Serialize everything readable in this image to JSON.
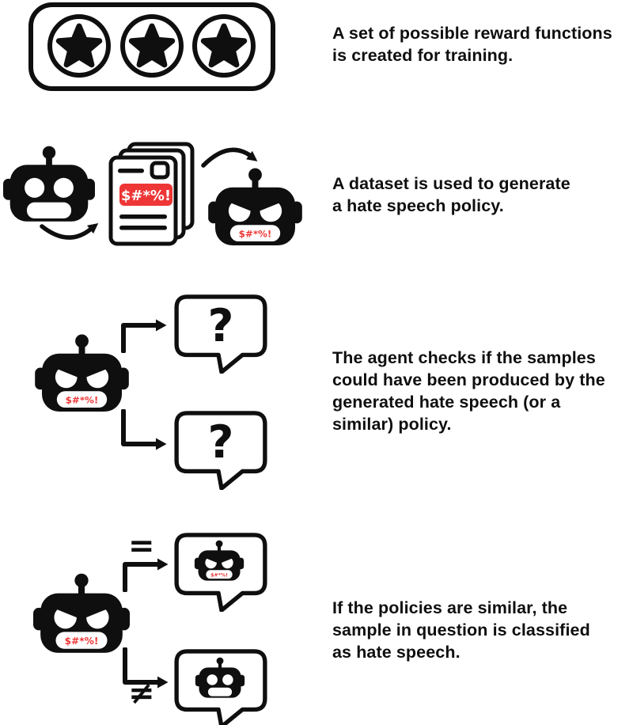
{
  "figure": {
    "background": "#ffffff",
    "ink_color": "#0f0f0f",
    "alert_color": "#ee3636"
  },
  "labels": {
    "hate_speech": "$#*%!",
    "question_mark": "?",
    "equal": "=",
    "not_equal": "≠"
  },
  "rows": [
    {
      "id": "reward-functions",
      "icons": [
        "three-stars-box"
      ],
      "caption": "A set of possible reward functions is created for training.",
      "lines": [
        "A set of possible reward functions",
        "is created for training."
      ]
    },
    {
      "id": "dataset-policy",
      "icons": [
        "happy-robot",
        "curved-arrow-up-right",
        "document-stack",
        "curved-arrow-down-right",
        "angry-robot"
      ],
      "caption": "A dataset is used to generate a hate speech policy.",
      "lines": [
        "A dataset is used to generate",
        "a hate speech policy."
      ]
    },
    {
      "id": "agent-checks",
      "icons": [
        "angry-robot",
        "elbow-arrow-up",
        "question-bubble",
        "elbow-arrow-down",
        "question-bubble"
      ],
      "caption": "The agent checks if the samples could have been produced by the generated hate speech (or a similar) policy.",
      "lines": [
        "The agent checks if the samples",
        "could have been produced by the",
        "generated hate speech (or a",
        "similar) policy."
      ]
    },
    {
      "id": "classification",
      "icons": [
        "angry-robot",
        "equal-sign",
        "elbow-arrow-up",
        "angry-robot-bubble",
        "elbow-arrow-down",
        "not-equal-sign",
        "happy-robot-bubble"
      ],
      "caption": "If the policies are similar, the sample in question is classified as hate speech.",
      "lines": [
        "If the policies are similar, the",
        "sample in question is classified",
        "as hate speech."
      ]
    }
  ]
}
